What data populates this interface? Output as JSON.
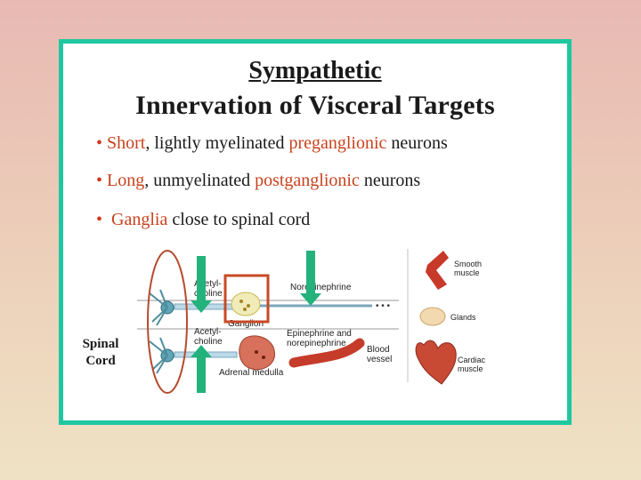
{
  "title": {
    "line1": "Sympathetic",
    "line2": "Innervation of Visceral Targets"
  },
  "bullets": [
    {
      "parts": [
        {
          "text": "Short",
          "highlight": true
        },
        {
          "text": ", lightly myelinated ",
          "highlight": false
        },
        {
          "text": "preganglionic",
          "highlight": true
        },
        {
          "text": " neurons",
          "highlight": false
        }
      ]
    },
    {
      "parts": [
        {
          "text": "Long",
          "highlight": true
        },
        {
          "text": ", unmyelinated ",
          "highlight": false
        },
        {
          "text": "postganglionic",
          "highlight": true
        },
        {
          "text": " neurons",
          "highlight": false
        }
      ]
    },
    {
      "parts": [
        {
          "text": " Ganglia",
          "highlight": true
        },
        {
          "text": " close to spinal cord",
          "highlight": false
        }
      ]
    }
  ],
  "diagram": {
    "labels": {
      "acetylcholine_top": "Acetyl-\ncholine",
      "ganglion": "Ganglion",
      "norepinephrine": "Norepinephrine",
      "acetylcholine_bottom": "Acetyl-\ncholine",
      "epi_norepi": "Epinephrine and\nnorepinephrine",
      "adrenal_medulla": "Adrenal medulla",
      "blood_vessel": "Blood\nvessel",
      "smooth_muscle": "Smooth\nmuscle",
      "glands": "Glands",
      "cardiac_muscle": "Cardiac\nmuscle"
    },
    "spinal_cord_label": "Spinal\nCord"
  },
  "colors": {
    "accent_red": "#c8421c",
    "frame_teal": "#1fc7a0",
    "arrow_green": "#27b57a",
    "callout_red": "#c0392b"
  }
}
